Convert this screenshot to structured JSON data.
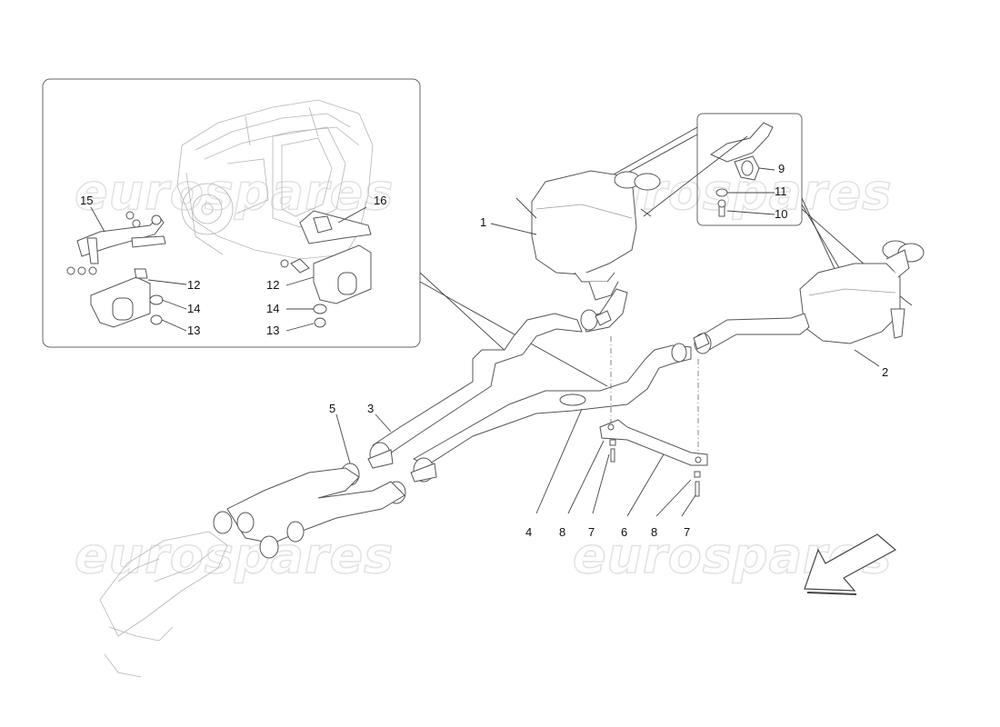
{
  "watermarks": [
    "eurospares",
    "eurospares",
    "eurospares",
    "eurospares"
  ],
  "callouts": {
    "c1": "1",
    "c2": "2",
    "c3": "3",
    "c4": "4",
    "c5": "5",
    "c6": "6",
    "c7a": "7",
    "c7b": "7",
    "c8a": "8",
    "c8b": "8",
    "c9": "9",
    "c10": "10",
    "c11": "11",
    "c12a": "12",
    "c12b": "12",
    "c13a": "13",
    "c13b": "13",
    "c14a": "14",
    "c14b": "14",
    "c15": "15",
    "c16": "16"
  }
}
